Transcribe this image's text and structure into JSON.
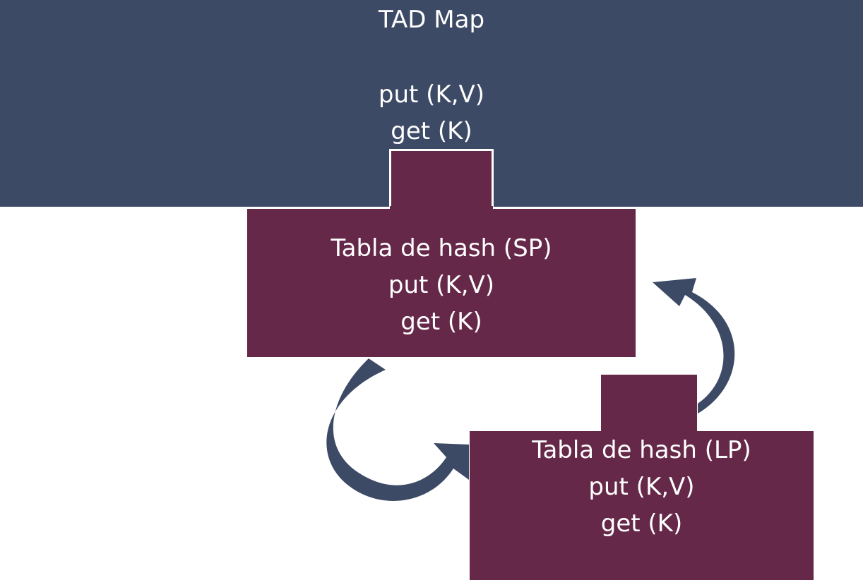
{
  "map": {
    "title": "TAD Map",
    "op_put": "put (K,V)",
    "op_get": "get (K)"
  },
  "sp": {
    "title": "Tabla de hash (SP)",
    "op_put": "put (K,V)",
    "op_get": "get (K)"
  },
  "lp": {
    "title": "Tabla de hash (LP)",
    "op_put": "put (K,V)",
    "op_get": "get (K)"
  },
  "colors": {
    "navy": "#3c4a66",
    "maroon": "#652848",
    "arrow": "#3c4a66",
    "text": "#ffffff"
  }
}
